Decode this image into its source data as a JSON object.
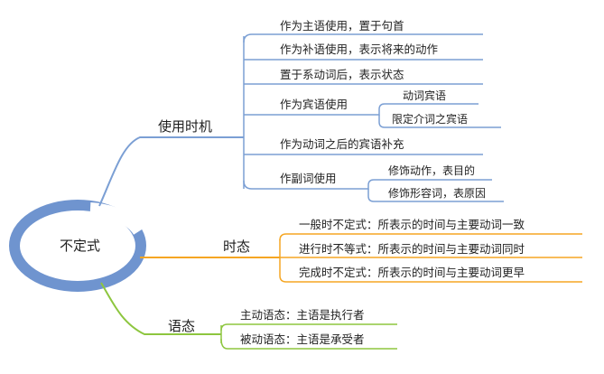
{
  "root": {
    "label": "不定式"
  },
  "branches": {
    "usage": {
      "label": "使用时机",
      "color": "#7b9fd4",
      "items": [
        {
          "label": "作为主语使用，置于句首"
        },
        {
          "label": "作为补语使用，表示将来的动作"
        },
        {
          "label": "置于系动词后，表示状态"
        },
        {
          "label": "作为宾语使用",
          "children": [
            "动词宾语",
            "限定介词之宾语"
          ]
        },
        {
          "label": "作为动词之后的宾语补充"
        },
        {
          "label": "作副词使用",
          "children": [
            "修饰动作，表目的",
            "修饰形容词，表原因"
          ]
        }
      ]
    },
    "tense": {
      "label": "时态",
      "color": "#f5a623",
      "items": [
        {
          "label": "一般时不定式：所表示的时间与主要动词一致"
        },
        {
          "label": "进行时不等式：所表示的时间与主要动词同时"
        },
        {
          "label": "完成时不定式：所表示的时间与主要动词更早"
        }
      ]
    },
    "voice": {
      "label": "语态",
      "color": "#8dc63f",
      "items": [
        {
          "label": "主动语态：主语是执行者"
        },
        {
          "label": "被动语态：主语是承受者"
        }
      ]
    }
  }
}
